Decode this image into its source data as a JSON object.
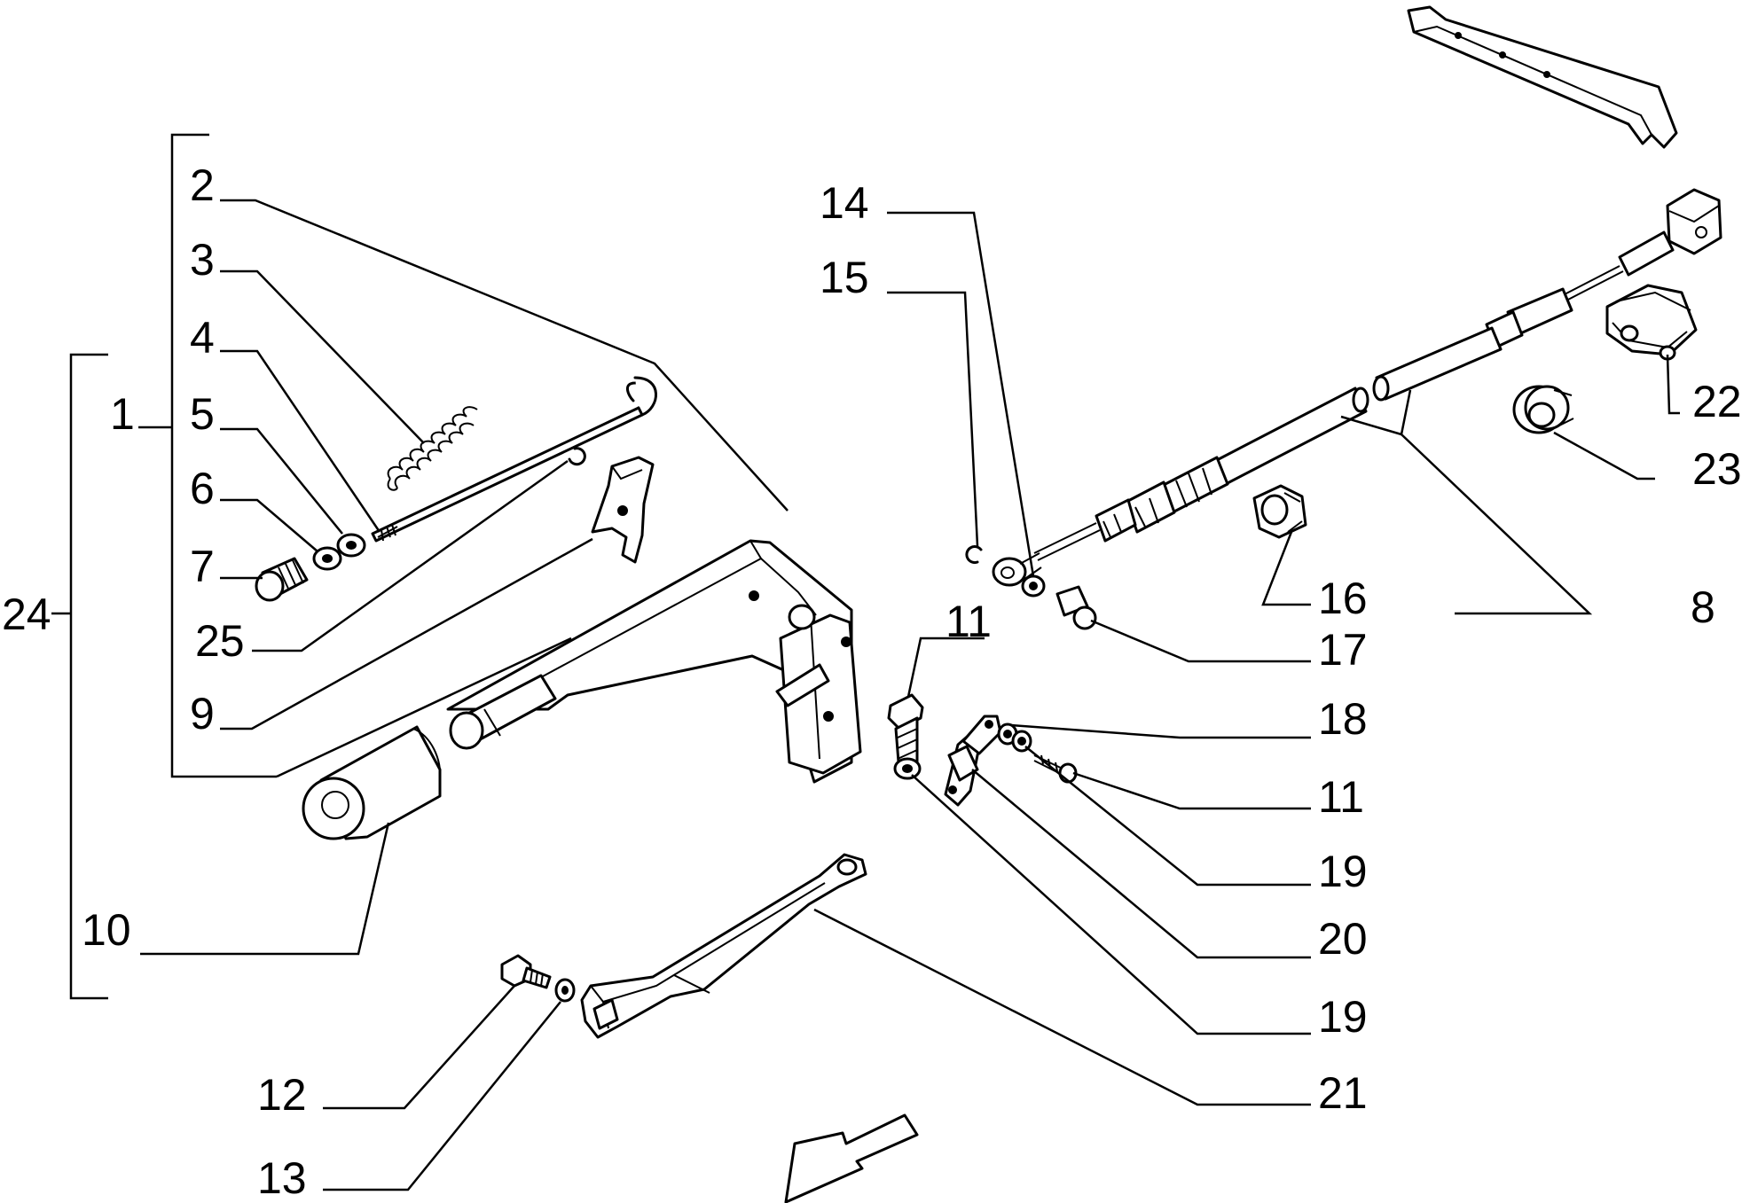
{
  "labels": {
    "n1": "1",
    "n2": "2",
    "n3": "3",
    "n4": "4",
    "n5": "5",
    "n6": "6",
    "n7": "7",
    "n8": "8",
    "n9": "9",
    "n10": "10",
    "n11a": "11",
    "n11b": "11",
    "n12": "12",
    "n13": "13",
    "n14": "14",
    "n15": "15",
    "n16": "16",
    "n17": "17",
    "n18": "18",
    "n19a": "19",
    "n19b": "19",
    "n20": "20",
    "n21": "21",
    "n22": "22",
    "n23": "23",
    "n24": "24",
    "n25": "25"
  }
}
